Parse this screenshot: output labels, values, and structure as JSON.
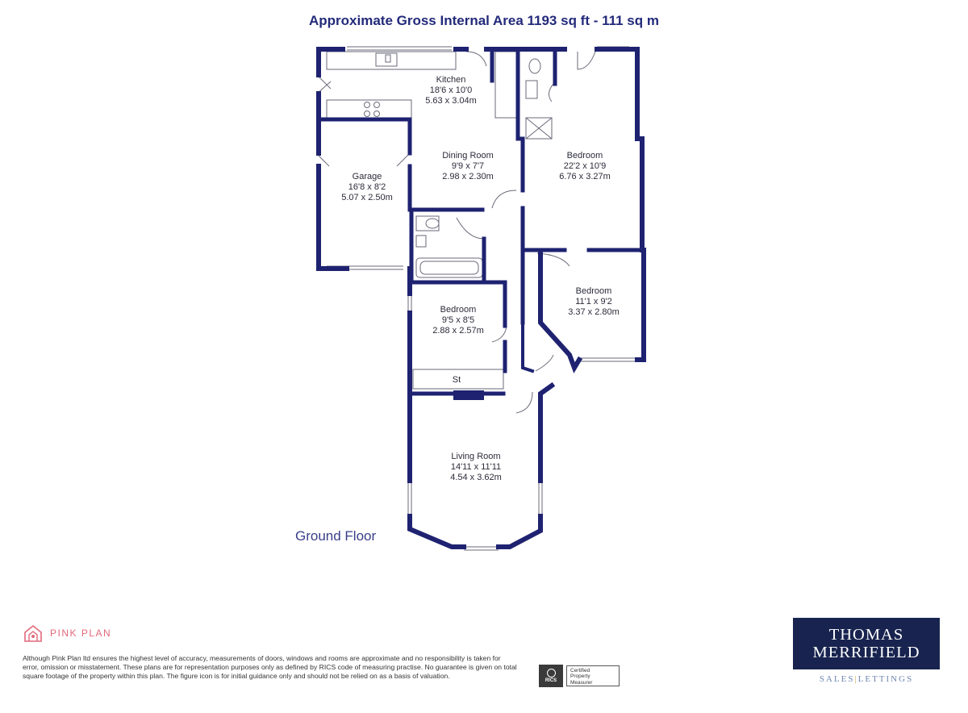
{
  "header": {
    "title": "Approximate Gross Internal Area 1193 sq ft - 111 sq m"
  },
  "floor_label": "Ground Floor",
  "rooms": [
    {
      "id": "kitchen",
      "name": "Kitchen",
      "imperial": "18'6 x 10'0",
      "metric": "5.63 x 3.04m"
    },
    {
      "id": "dining",
      "name": "Dining Room",
      "imperial": "9'9 x 7'7",
      "metric": "2.98 x 2.30m"
    },
    {
      "id": "garage",
      "name": "Garage",
      "imperial": "16'8 x 8'2",
      "metric": "5.07 x 2.50m"
    },
    {
      "id": "bedroom1",
      "name": "Bedroom",
      "imperial": "22'2 x 10'9",
      "metric": "6.76 x 3.27m"
    },
    {
      "id": "bedroom2",
      "name": "Bedroom",
      "imperial": "11'1 x 9'2",
      "metric": "3.37 x 2.80m"
    },
    {
      "id": "bedroom3",
      "name": "Bedroom",
      "imperial": "9'5 x 8'5",
      "metric": "2.88 x 2.57m"
    },
    {
      "id": "living",
      "name": "Living Room",
      "imperial": "14'11 x 11'11",
      "metric": "4.54 x 3.62m"
    }
  ],
  "storage_label": "St",
  "footer": {
    "brand": "PINK PLAN",
    "disclaimer": "Although Pink Plan ltd ensures the highest level of accuracy, measurements of doors, windows and rooms are approximate and no responsibility is taken for error, omission or misstatement. These plans are for representation purposes only as defined by RICS code of measuring practise. No guarantee is given on total square footage of the property within this plan. The figure icon is for initial guidance only and should not be relied on as a basis of valuation.",
    "rics_badge": "RICS",
    "rics_text": [
      "Certified",
      "Property",
      "Measurer"
    ]
  },
  "agent": {
    "line1": "THOMAS",
    "line2": "MERRIFIELD",
    "tag_sales": "SALES",
    "tag_lettings": "LETTINGS"
  },
  "colors": {
    "wall": "#1e2270",
    "title": "#232a7a",
    "brand_pink": "#e0697b",
    "agent_navy": "#18244f"
  }
}
